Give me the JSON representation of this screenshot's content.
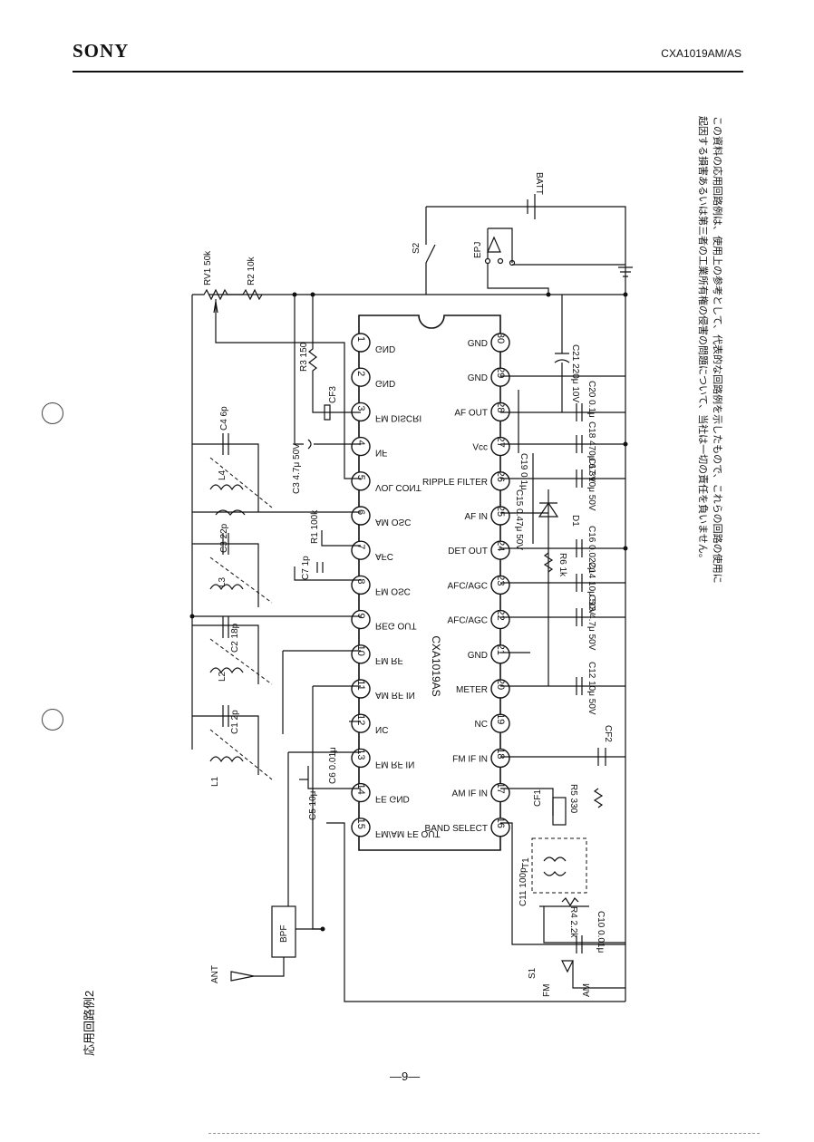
{
  "header": {
    "brand": "SONY",
    "part_number": "CXA1019AM/AS"
  },
  "figure_title": "応用回路例2",
  "page_number": "—9—",
  "note_lines": [
    "この資料の応用回路例は、使用上の参考として、代表的な回路例を示したもので、これらの回路の使用に",
    "起因する損害あるいは第三者の工業所有権の侵害の問題について、当社は一切の責任を負いません。"
  ],
  "ic": {
    "name": "CXA1019AS",
    "left_pins": [
      {
        "num": "1",
        "label": "GND"
      },
      {
        "num": "2",
        "label": "GND"
      },
      {
        "num": "3",
        "label": "FM DISCRI"
      },
      {
        "num": "4",
        "label": "NF"
      },
      {
        "num": "5",
        "label": "VOL CONT"
      },
      {
        "num": "6",
        "label": "AM OSC"
      },
      {
        "num": "7",
        "label": "AFC"
      },
      {
        "num": "8",
        "label": "FM OSC"
      },
      {
        "num": "9",
        "label": "REG OUT"
      },
      {
        "num": "10",
        "label": "FM RF"
      },
      {
        "num": "11",
        "label": "AM RF IN"
      },
      {
        "num": "12",
        "label": "NC"
      },
      {
        "num": "13",
        "label": "FM RF IN"
      },
      {
        "num": "14",
        "label": "FE GND"
      },
      {
        "num": "15",
        "label": "FM/AM FE OUT"
      }
    ],
    "right_pins": [
      {
        "num": "30",
        "label": "GND"
      },
      {
        "num": "29",
        "label": "GND"
      },
      {
        "num": "28",
        "label": "AF OUT"
      },
      {
        "num": "27",
        "label": "Vcc"
      },
      {
        "num": "26",
        "label": "RIPPLE FILTER"
      },
      {
        "num": "25",
        "label": "AF IN"
      },
      {
        "num": "24",
        "label": "DET OUT"
      },
      {
        "num": "23",
        "label": "AFC/AGC"
      },
      {
        "num": "22",
        "label": "AFC/AGC"
      },
      {
        "num": "21",
        "label": "GND"
      },
      {
        "num": "20",
        "label": "METER"
      },
      {
        "num": "19",
        "label": "NC"
      },
      {
        "num": "18",
        "label": "FM IF IN"
      },
      {
        "num": "17",
        "label": "AM IF IN"
      },
      {
        "num": "16",
        "label": "BAND SELECT"
      }
    ]
  },
  "components": {
    "rv1": "RV1 50k",
    "r2": "R2 10k",
    "r3": "R3 150",
    "cf3": "CF3",
    "c3": "C3 4.7μ 50V",
    "c4": "C4 6p",
    "l4": "L4",
    "c3b": "C3 22p",
    "l3": "L3",
    "c2": "C2 18p",
    "l2": "L2",
    "c1": "C1 2p",
    "l1": "L1",
    "r1": "R1 100k",
    "c7": "C7 1p",
    "c6": "C6 0.01μ",
    "c5": "C5 10μ",
    "bpf": "BPF",
    "ant": "ANT",
    "batt": "BATT",
    "s2": "S2",
    "epj": "EPJ",
    "c21": "C21 220μ 10V",
    "c20": "C20 0.1μ",
    "c18": "C18 470μ 6.3V",
    "c19": "C19 0.1μ",
    "c17": "C17 10μ 50V",
    "c15": "C15 0.47μ 50V",
    "d1": "D1",
    "c16": "C16 0.022μ",
    "r6": "R6 1k",
    "c14": "C14 10μ 50V",
    "c13": "C13 4.7μ 50V",
    "c12": "C12 10μ 50V",
    "cf2": "CF2",
    "r5": "R5 330",
    "cf1": "CF1",
    "t1": "T1",
    "c11": "C11 100p",
    "r4": "R4 2.2k",
    "c10": "C10 0.01μ",
    "s1": "S1",
    "fm": "FM",
    "am": "AM"
  }
}
